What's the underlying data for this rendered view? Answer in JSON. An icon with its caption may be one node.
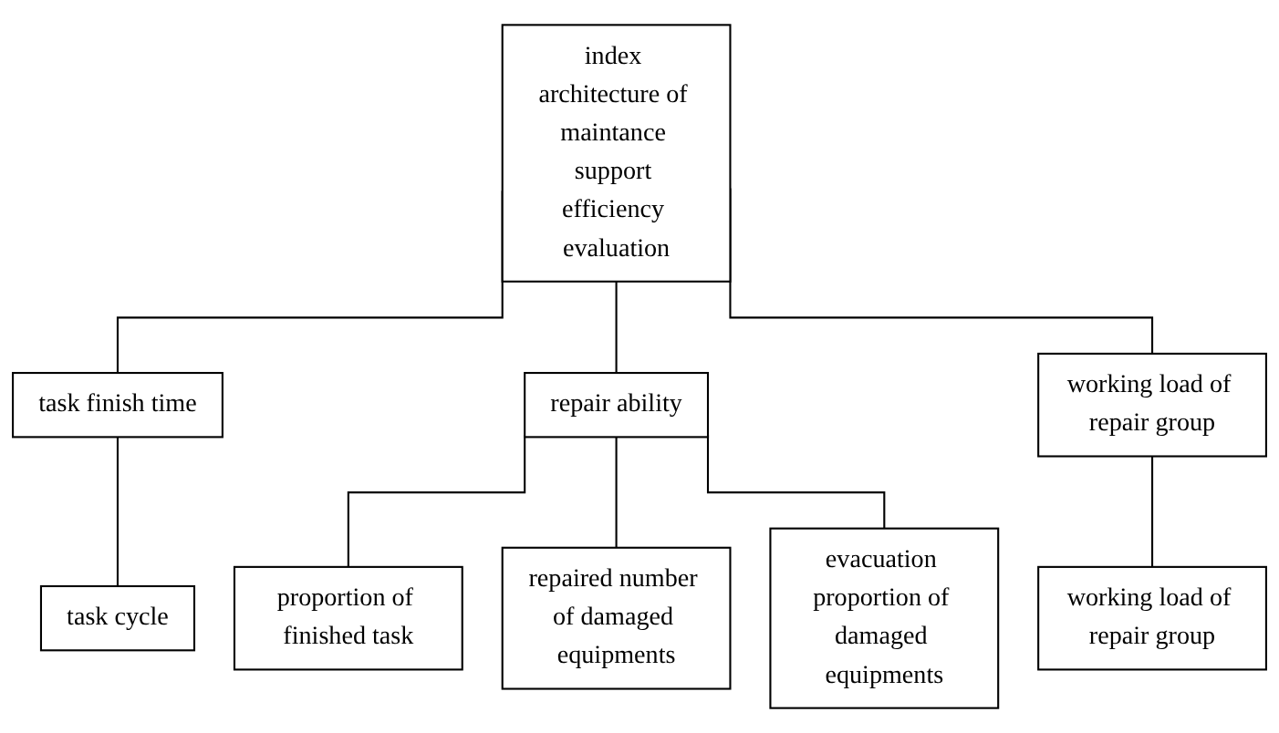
{
  "diagram": {
    "nodes": [
      {
        "text": [
          "index architecture of maintance support efficiency evaluation"
        ]
      },
      {
        "text": [
          "task finish time"
        ]
      },
      {
        "text": [
          "repair ability"
        ]
      },
      {
        "text": [
          "working load of repair group"
        ]
      },
      {
        "text": [
          "task cycle"
        ]
      },
      {
        "text": [
          "proportion of finished task"
        ]
      },
      {
        "text": [
          "repaired number of damaged equipments"
        ]
      },
      {
        "text": [
          "evacuation proportion of damaged equipments"
        ]
      },
      {
        "text": [
          "working load of repair group"
        ]
      }
    ],
    "edges": [
      {
        "from": 0,
        "to": 1,
        "arrow": "none"
      },
      {
        "from": 0,
        "to": 2,
        "arrow": "none"
      },
      {
        "from": 0,
        "to": 3,
        "arrow": "none"
      },
      {
        "from": 1,
        "to": 4,
        "arrow": "none"
      },
      {
        "from": 2,
        "to": 5,
        "arrow": "none"
      },
      {
        "from": 2,
        "to": 6,
        "arrow": "none"
      },
      {
        "from": 2,
        "to": 7,
        "arrow": "none"
      },
      {
        "from": 3,
        "to": 8,
        "arrow": "none"
      }
    ]
  }
}
